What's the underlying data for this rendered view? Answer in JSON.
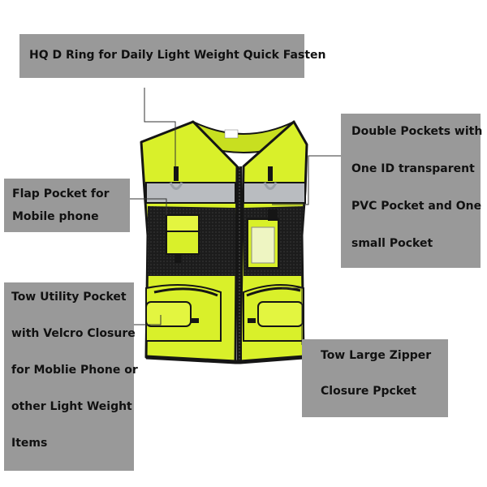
{
  "callouts": {
    "d_ring": {
      "lines": [
        "HQ D Ring for Daily Light Weight Quick Fasten"
      ]
    },
    "double_pockets": {
      "lines": [
        "Double Pockets with",
        "One ID transparent",
        "PVC Pocket and One",
        "small Pocket"
      ]
    },
    "flap_pocket": {
      "lines": [
        "Flap Pocket for",
        "Mobile phone"
      ]
    },
    "tow_utility": {
      "lines": [
        "Tow Utility Pocket",
        "with Velcro Closure",
        "for Moblie Phone or",
        "other Light Weight",
        "Items"
      ]
    },
    "tow_large_zipper": {
      "lines": [
        "Tow Large Zipper",
        "Closure Ppcket"
      ]
    }
  },
  "colors": {
    "callout_bg": "#999999",
    "vest_yellow": "#d9f02a",
    "vest_black": "#151515",
    "reflective_strip": "#b9bcc0",
    "leader_line": "#333333"
  }
}
